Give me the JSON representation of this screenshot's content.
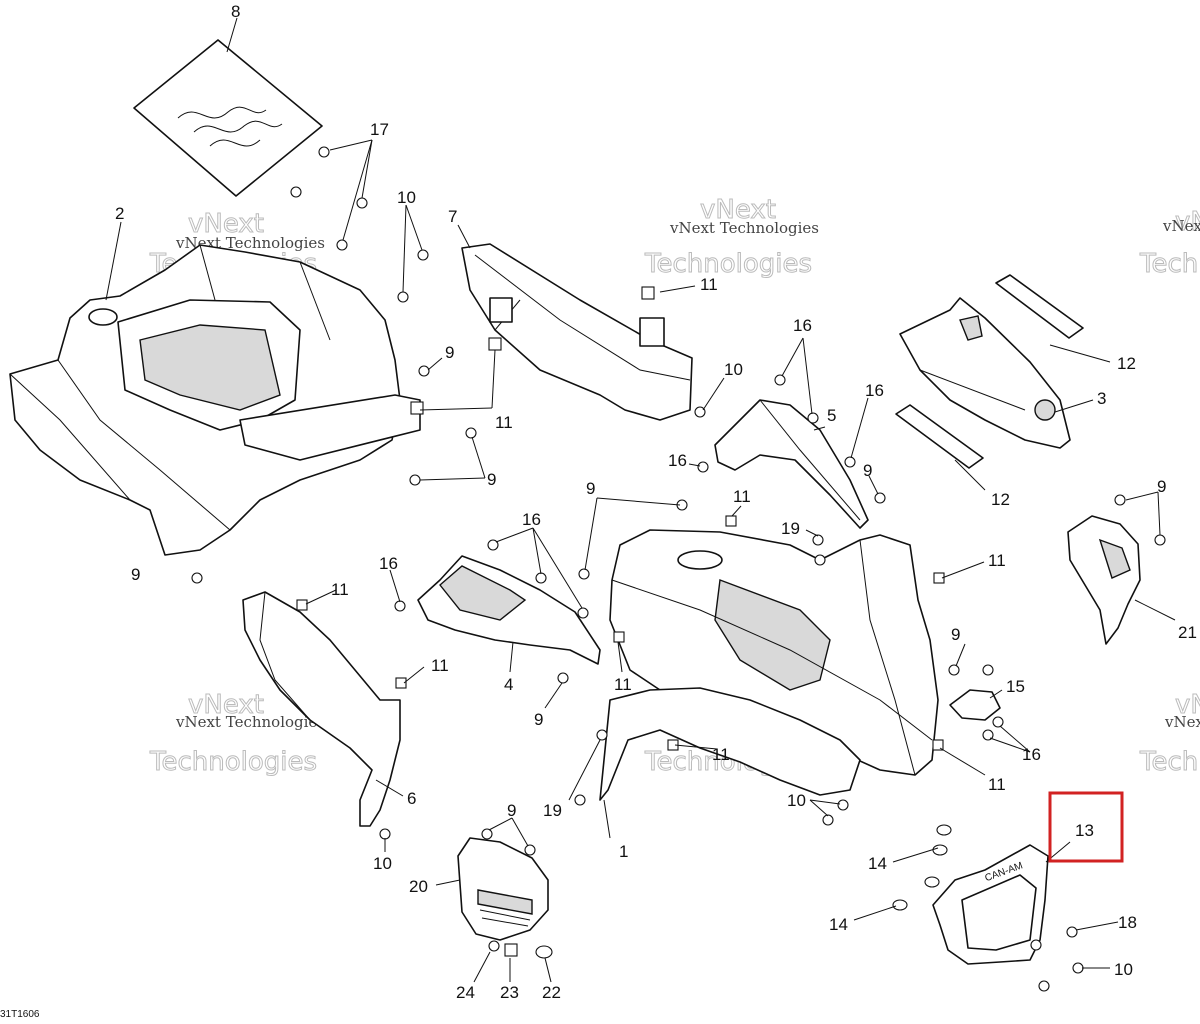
{
  "diagram": {
    "code": "31T1606",
    "watermark_line1": "vNext Technologies",
    "watermark_line2a": "vNext",
    "watermark_line2b": "Technologies",
    "highlight_color": "#d22222",
    "highlighted_callout": "13",
    "callouts": [
      {
        "id": "c8",
        "label": "8"
      },
      {
        "id": "c17",
        "label": "17"
      },
      {
        "id": "c10a",
        "label": "10"
      },
      {
        "id": "c2",
        "label": "2"
      },
      {
        "id": "c7",
        "label": "7"
      },
      {
        "id": "c11a",
        "label": "11"
      },
      {
        "id": "c9a",
        "label": "9"
      },
      {
        "id": "c11b",
        "label": "11"
      },
      {
        "id": "c9b",
        "label": "9"
      },
      {
        "id": "c10b",
        "label": "10"
      },
      {
        "id": "c16a",
        "label": "16"
      },
      {
        "id": "c5",
        "label": "5"
      },
      {
        "id": "c16b",
        "label": "16"
      },
      {
        "id": "c16c",
        "label": "16"
      },
      {
        "id": "c9c",
        "label": "9"
      },
      {
        "id": "c12a",
        "label": "12"
      },
      {
        "id": "c3",
        "label": "3"
      },
      {
        "id": "c12b",
        "label": "12"
      },
      {
        "id": "c9d",
        "label": "9"
      },
      {
        "id": "c21",
        "label": "21"
      },
      {
        "id": "c9e",
        "label": "9"
      },
      {
        "id": "c11c",
        "label": "11"
      },
      {
        "id": "c16d",
        "label": "16"
      },
      {
        "id": "c19a",
        "label": "19"
      },
      {
        "id": "c11d",
        "label": "11"
      },
      {
        "id": "c9f",
        "label": "9"
      },
      {
        "id": "c16e",
        "label": "16"
      },
      {
        "id": "c11e",
        "label": "11"
      },
      {
        "id": "c11f",
        "label": "11"
      },
      {
        "id": "c4",
        "label": "4"
      },
      {
        "id": "c11g",
        "label": "11"
      },
      {
        "id": "c9g",
        "label": "9"
      },
      {
        "id": "c9h",
        "label": "9"
      },
      {
        "id": "c15",
        "label": "15"
      },
      {
        "id": "c16f",
        "label": "16"
      },
      {
        "id": "c11h",
        "label": "11"
      },
      {
        "id": "c11i",
        "label": "11"
      },
      {
        "id": "c19b",
        "label": "19"
      },
      {
        "id": "c1",
        "label": "1"
      },
      {
        "id": "c10c",
        "label": "10"
      },
      {
        "id": "c6",
        "label": "6"
      },
      {
        "id": "c10d",
        "label": "10"
      },
      {
        "id": "c9i",
        "label": "9"
      },
      {
        "id": "c20",
        "label": "20"
      },
      {
        "id": "c13",
        "label": "13"
      },
      {
        "id": "c14a",
        "label": "14"
      },
      {
        "id": "c14b",
        "label": "14"
      },
      {
        "id": "c18",
        "label": "18"
      },
      {
        "id": "c10e",
        "label": "10"
      },
      {
        "id": "c24",
        "label": "24"
      },
      {
        "id": "c23",
        "label": "23"
      },
      {
        "id": "c22",
        "label": "22"
      }
    ]
  }
}
